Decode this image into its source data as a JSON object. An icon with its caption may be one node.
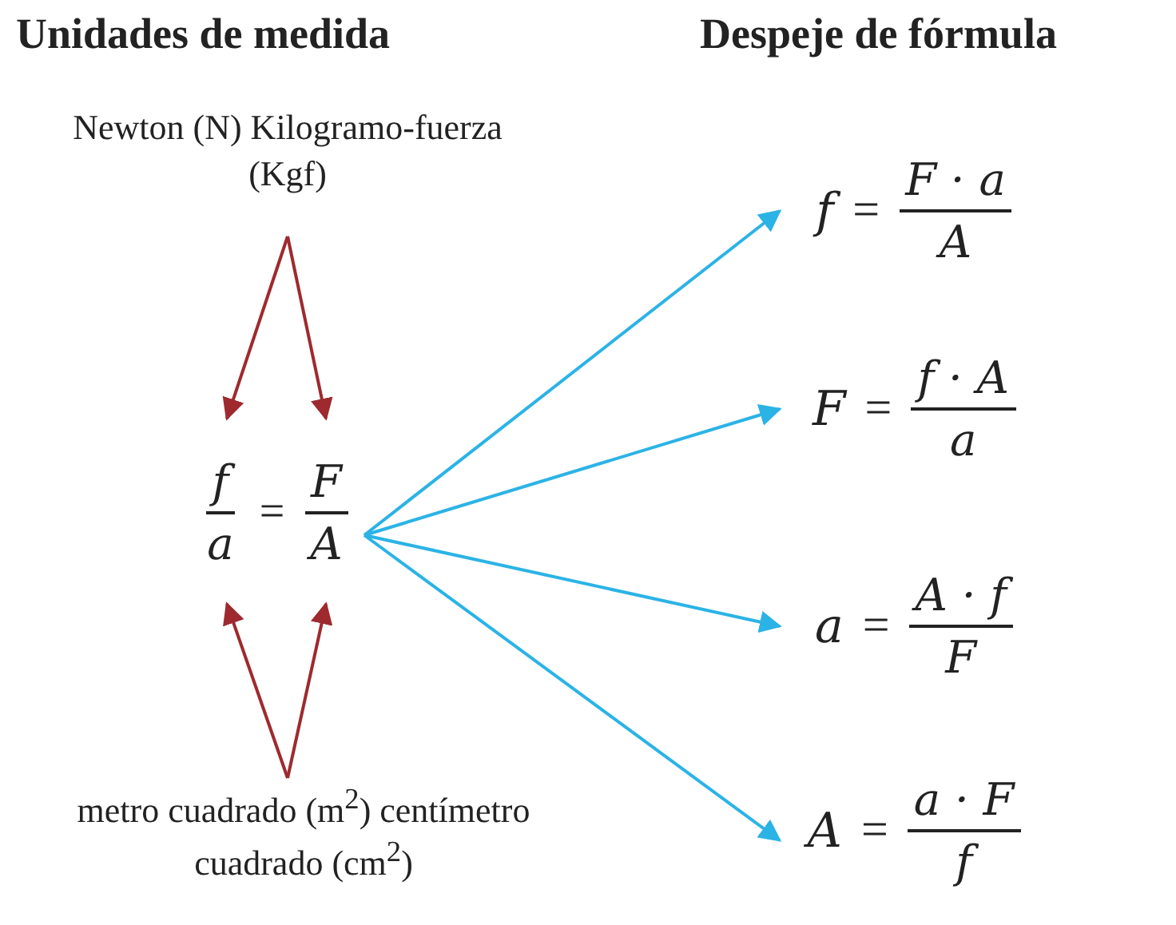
{
  "diagram": {
    "nodes": [
      {
        "text": [
          "Newton (N) Kilogramo-fuerza (Kgf)"
        ]
      },
      {
        "text": [
          "f",
          "a",
          "=",
          "F",
          "A"
        ]
      },
      {
        "text": [
          "metro cuadrado (m$^{2}$) centímetro cuadrado (cm$^{2}$)"
        ]
      },
      {
        "text": [
          "f",
          "=",
          "F · a",
          "A"
        ]
      },
      {
        "text": [
          "F",
          "=",
          "f · A",
          "a"
        ]
      },
      {
        "text": [
          "a",
          "=",
          "A · f",
          "F"
        ]
      },
      {
        "text": [
          "A",
          "=",
          "a · F",
          "f"
        ]
      }
    ],
    "edges": [
      {
        "from": 0,
        "to": 1,
        "arrow": "to",
        "color": "#9e2a2f"
      },
      {
        "from": 0,
        "to": 1,
        "arrow": "to",
        "color": "#9e2a2f"
      },
      {
        "from": 2,
        "to": 1,
        "arrow": "to",
        "color": "#9e2a2f"
      },
      {
        "from": 2,
        "to": 1,
        "arrow": "to",
        "color": "#9e2a2f"
      },
      {
        "from": 1,
        "to": 3,
        "arrow": "to",
        "color": "#2bb3e6"
      },
      {
        "from": 1,
        "to": 4,
        "arrow": "to",
        "color": "#2bb3e6"
      },
      {
        "from": 1,
        "to": 5,
        "arrow": "to",
        "color": "#2bb3e6"
      },
      {
        "from": 1,
        "to": 6,
        "arrow": "to",
        "color": "#2bb3e6"
      }
    ],
    "labels": [
      "Unidades de medida",
      "Despeje de fórmula"
    ]
  }
}
